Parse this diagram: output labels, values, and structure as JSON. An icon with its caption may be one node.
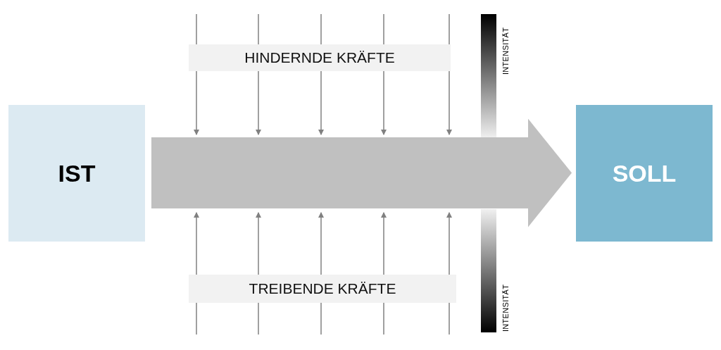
{
  "diagram": {
    "nodes": [
      {
        "text": [
          "IST"
        ]
      },
      {
        "text": [
          "HINDERNDE KRÄFTE"
        ]
      },
      {
        "text": [
          "TREIBENDE KRÄFTE"
        ]
      },
      {
        "text": [
          "SOLL"
        ]
      },
      {
        "text": [],
        "shape": "bar",
        "beside": [
          "INTENSITÄT"
        ]
      },
      {
        "text": [],
        "shape": "bar",
        "beside": [
          "INTENSITÄT"
        ]
      }
    ],
    "edges": [
      {
        "from": 0,
        "to": 3,
        "arrow": "to"
      }
    ]
  }
}
